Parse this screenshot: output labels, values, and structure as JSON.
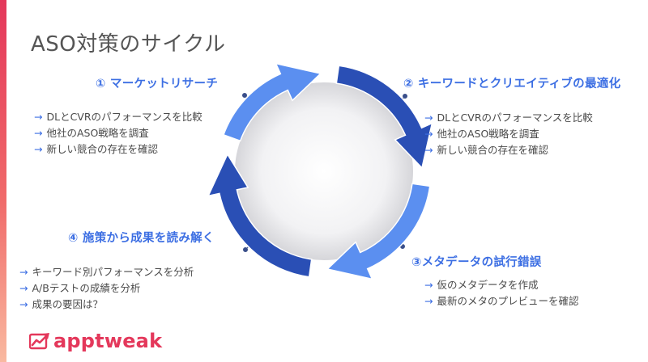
{
  "title": "ASO対策のサイクル",
  "arrow_glyph": "→",
  "steps": [
    {
      "heading": "① マーケットリサーチ",
      "items": [
        "DLとCVRのパフォーマンスを比較",
        "他社のASO戦略を調査",
        "新しい競合の存在を確認"
      ]
    },
    {
      "heading": "② キーワードとクリエイティブの最適化",
      "items": [
        "DLとCVRのパフォーマンスを比較",
        "他社のASO戦略を調査",
        "新しい競合の存在を確認"
      ]
    },
    {
      "heading": "③メタデータの試行錯誤",
      "items": [
        "仮のメタデータを作成",
        "最新のメタのプレビューを確認"
      ]
    },
    {
      "heading": "④ 施策から成果を読み解く",
      "items": [
        "キーワード別パフォーマンスを分析",
        "A/Bテストの成績を分析",
        "成果の要因は？"
      ]
    }
  ],
  "logo": {
    "text": "apptweak",
    "icon": "trend-up-logo-icon"
  },
  "colors": {
    "accent_blue": "#3d6fe3",
    "cycle_light": "#5b8ff0",
    "cycle_dark": "#2a4fb5",
    "brand_red": "#e4385b",
    "text_gray": "#4a4a4a"
  }
}
